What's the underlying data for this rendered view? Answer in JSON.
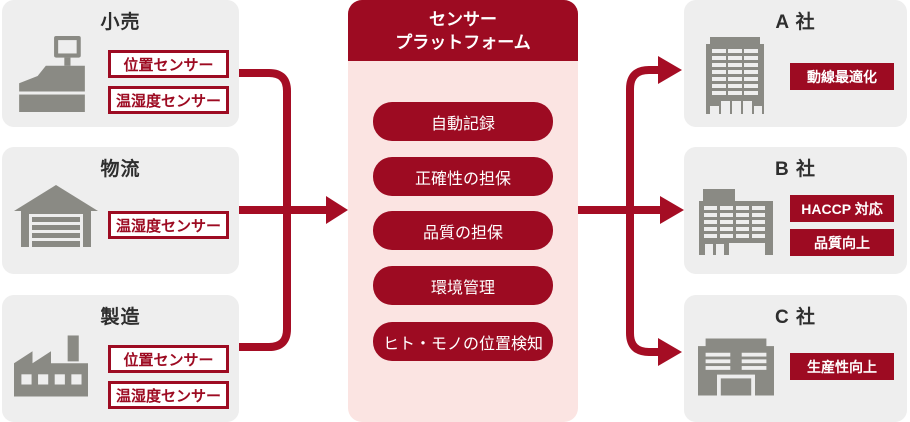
{
  "colors": {
    "crimson": "#9d0b22",
    "arrow_red": "#a50d24",
    "platform_pink": "#fbe4e2",
    "box_gray": "#eeeeee",
    "icon_gray": "#8a8a84"
  },
  "sources": [
    {
      "title": "小売",
      "icon": "cash-register-icon",
      "sensors": [
        "位置センサー",
        "温湿度センサー"
      ]
    },
    {
      "title": "物流",
      "icon": "warehouse-icon",
      "sensors": [
        "温湿度センサー"
      ]
    },
    {
      "title": "製造",
      "icon": "factory-icon",
      "sensors": [
        "位置センサー",
        "温湿度センサー"
      ]
    }
  ],
  "platform": {
    "title_line1": "センサー",
    "title_line2": "プラットフォーム",
    "features": [
      "自動記録",
      "正確性の担保",
      "品質の担保",
      "環境管理",
      "ヒト・モノの位置検知"
    ]
  },
  "companies": [
    {
      "title": "A 社",
      "icon": "office-tower-icon",
      "benefits": [
        "動線最適化"
      ]
    },
    {
      "title": "B 社",
      "icon": "office-building-icon",
      "benefits": [
        "HACCP 対応",
        "品質向上"
      ]
    },
    {
      "title": "C 社",
      "icon": "facility-building-icon",
      "benefits": [
        "生産性向上"
      ]
    }
  ]
}
